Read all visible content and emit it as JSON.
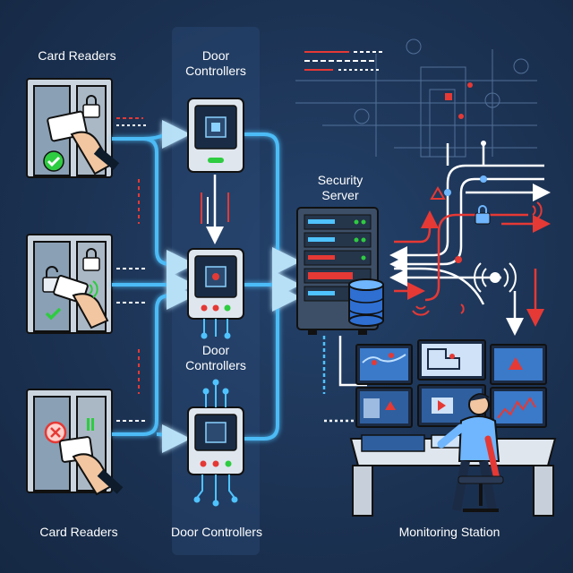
{
  "labels": {
    "card_readers_top": "Card Readers",
    "door_controllers_top": "Door Controllers",
    "door_controllers_mid": "Door Controllers",
    "security_server": "Security Server",
    "card_readers_bottom": "Card Readers",
    "door_controllers_bottom": "Door Controllers",
    "monitoring_station": "Monitoring Station"
  },
  "colors": {
    "background": "#1d3557",
    "flow_line": "#4fc3ff",
    "alert_red": "#e53935",
    "granted_green": "#2ecc40",
    "panel_light": "#dfe6ee",
    "chip_green": "#2ecc40"
  },
  "readers": [
    {
      "status": "granted",
      "icon": "check-icon"
    },
    {
      "status": "granted",
      "icon": "check-icon"
    },
    {
      "status": "denied",
      "icon": "x-icon"
    }
  ]
}
